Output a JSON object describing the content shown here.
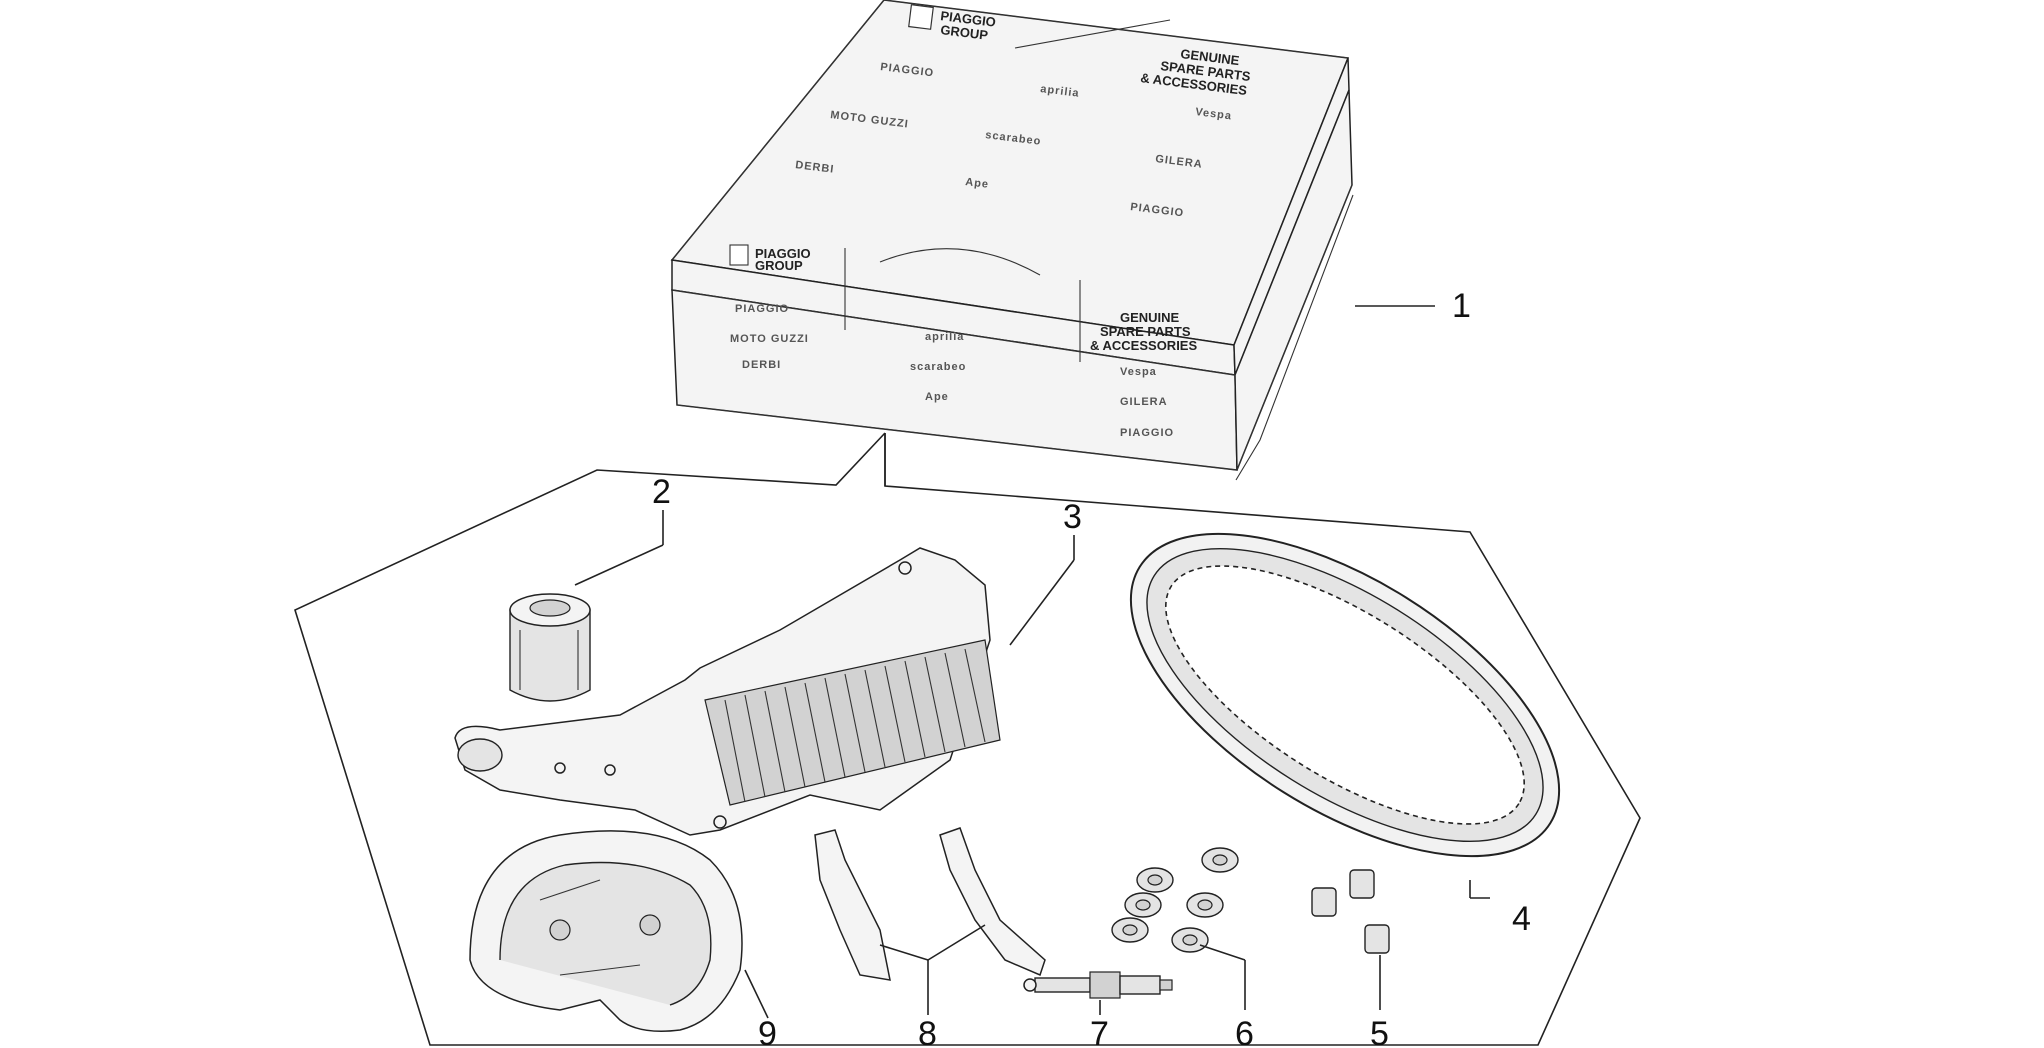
{
  "box": {
    "top_brand_line1": "PIAGGIO",
    "top_brand_line2": "GROUP",
    "top_heading_line1": "GENUINE",
    "top_heading_line2": "SPARE PARTS",
    "top_heading_line3": "& ACCESSORIES",
    "front_brand_line1": "PIAGGIO",
    "front_brand_line2": "GROUP",
    "front_heading_line1": "GENUINE",
    "front_heading_line2": "SPARE PARTS",
    "front_heading_line3": "& ACCESSORIES",
    "logos": [
      "PIAGGIO",
      "aprilia",
      "Vespa",
      "MOTO GUZZI",
      "scarabeo",
      "DERBI",
      "GILERA",
      "Ape",
      "PIAGGIO"
    ],
    "front_logos": [
      "PIAGGIO",
      "aprilia",
      "MOTO GUZZI",
      "DERBI",
      "scarabeo",
      "Vespa",
      "Ape",
      "GILERA",
      "PIAGGIO"
    ]
  },
  "callouts": [
    "1",
    "2",
    "3",
    "4",
    "5",
    "6",
    "7",
    "8",
    "9"
  ],
  "parts": [
    {
      "id": "1",
      "icon": "spare-parts-box-icon"
    },
    {
      "id": "2",
      "icon": "oil-filter-icon"
    },
    {
      "id": "3",
      "icon": "air-filter-icon"
    },
    {
      "id": "4",
      "icon": "drive-belt-icon"
    },
    {
      "id": "5",
      "icon": "slider-icon"
    },
    {
      "id": "6",
      "icon": "roller-weight-icon"
    },
    {
      "id": "7",
      "icon": "spark-plug-icon"
    },
    {
      "id": "8",
      "icon": "brake-pad-icon"
    },
    {
      "id": "9",
      "icon": "brake-shoe-icon"
    }
  ]
}
